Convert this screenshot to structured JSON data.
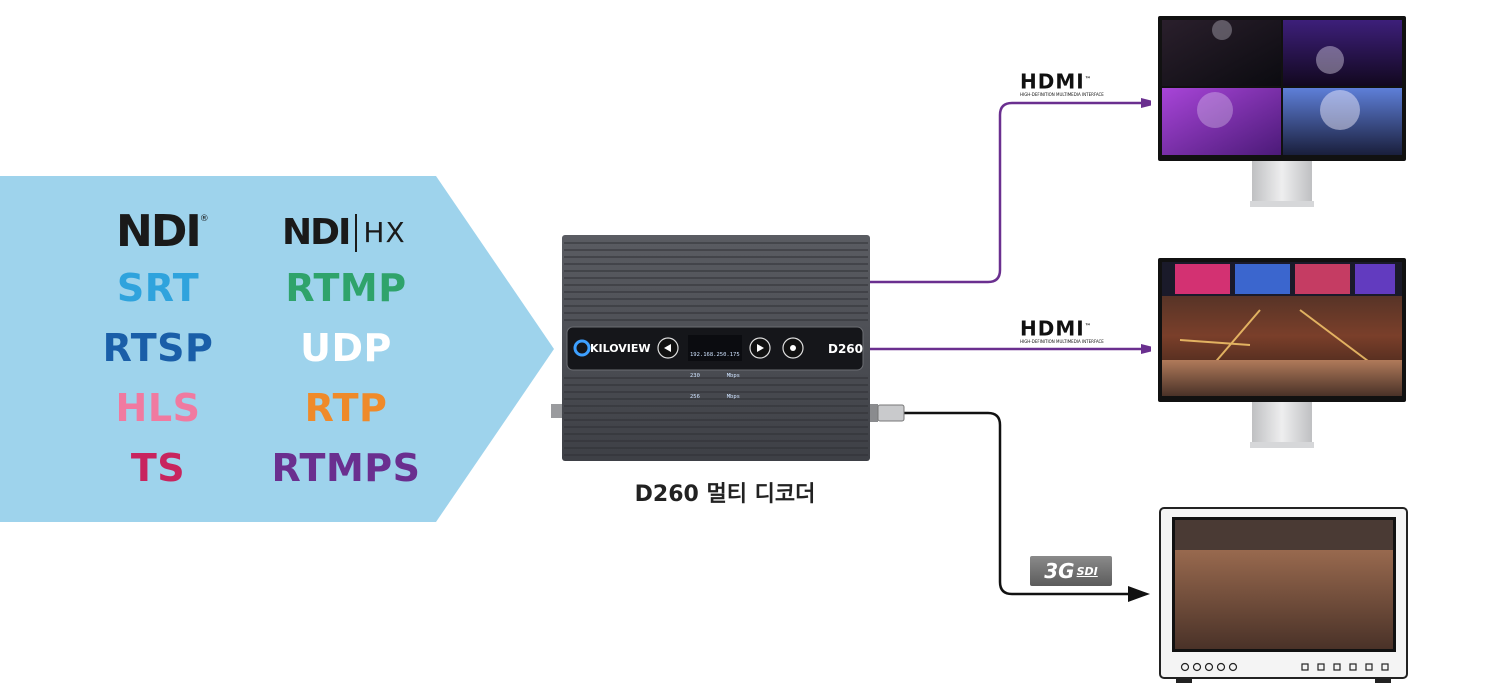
{
  "input_protocols": [
    {
      "id": "ndi",
      "label": "NDI",
      "color": "#1a1a1a"
    },
    {
      "id": "ndi-hx",
      "label": "NDI",
      "suffix": "HX",
      "color": "#1a1a1a"
    },
    {
      "id": "srt",
      "label": "SRT",
      "color": "#2fa3dd"
    },
    {
      "id": "rtmp",
      "label": "RTMP",
      "color": "#2fa36b"
    },
    {
      "id": "rtsp",
      "label": "RTSP",
      "color": "#1a5ea8"
    },
    {
      "id": "udp",
      "label": "UDP",
      "color": "#ffffff"
    },
    {
      "id": "hls",
      "label": "HLS",
      "color": "#f07aa0"
    },
    {
      "id": "rtp",
      "label": "RTP",
      "color": "#ef8a2a"
    },
    {
      "id": "ts",
      "label": "TS",
      "color": "#c8245e"
    },
    {
      "id": "rtmps",
      "label": "RTMPS",
      "color": "#6a2f8f"
    }
  ],
  "device": {
    "brand": "KILOVIEW",
    "model": "D260",
    "lcd": {
      "ip": "192.168.250.175",
      "line2_value": "230",
      "line2_unit": "Mbps",
      "line3_value": "256",
      "line3_unit": "Mbps"
    },
    "caption": "D260 멀티 디코더"
  },
  "outputs": [
    {
      "id": "out1",
      "interface": "HDMI",
      "interface_sub": "HIGH-DEFINITION MULTIMEDIA INTERFACE",
      "display": "desktop-monitor",
      "line_color": "#6a2f8f"
    },
    {
      "id": "out2",
      "interface": "HDMI",
      "interface_sub": "HIGH-DEFINITION MULTIMEDIA INTERFACE",
      "display": "desktop-monitor",
      "line_color": "#6a2f8f"
    },
    {
      "id": "out3",
      "interface": "3G",
      "interface_sub": "SDI",
      "display": "broadcast-monitor",
      "line_color": "#111111"
    }
  ],
  "colors": {
    "arrow_fill": "#9ed3ec",
    "device_body": "#4a4c52",
    "panel": "#15161a"
  }
}
